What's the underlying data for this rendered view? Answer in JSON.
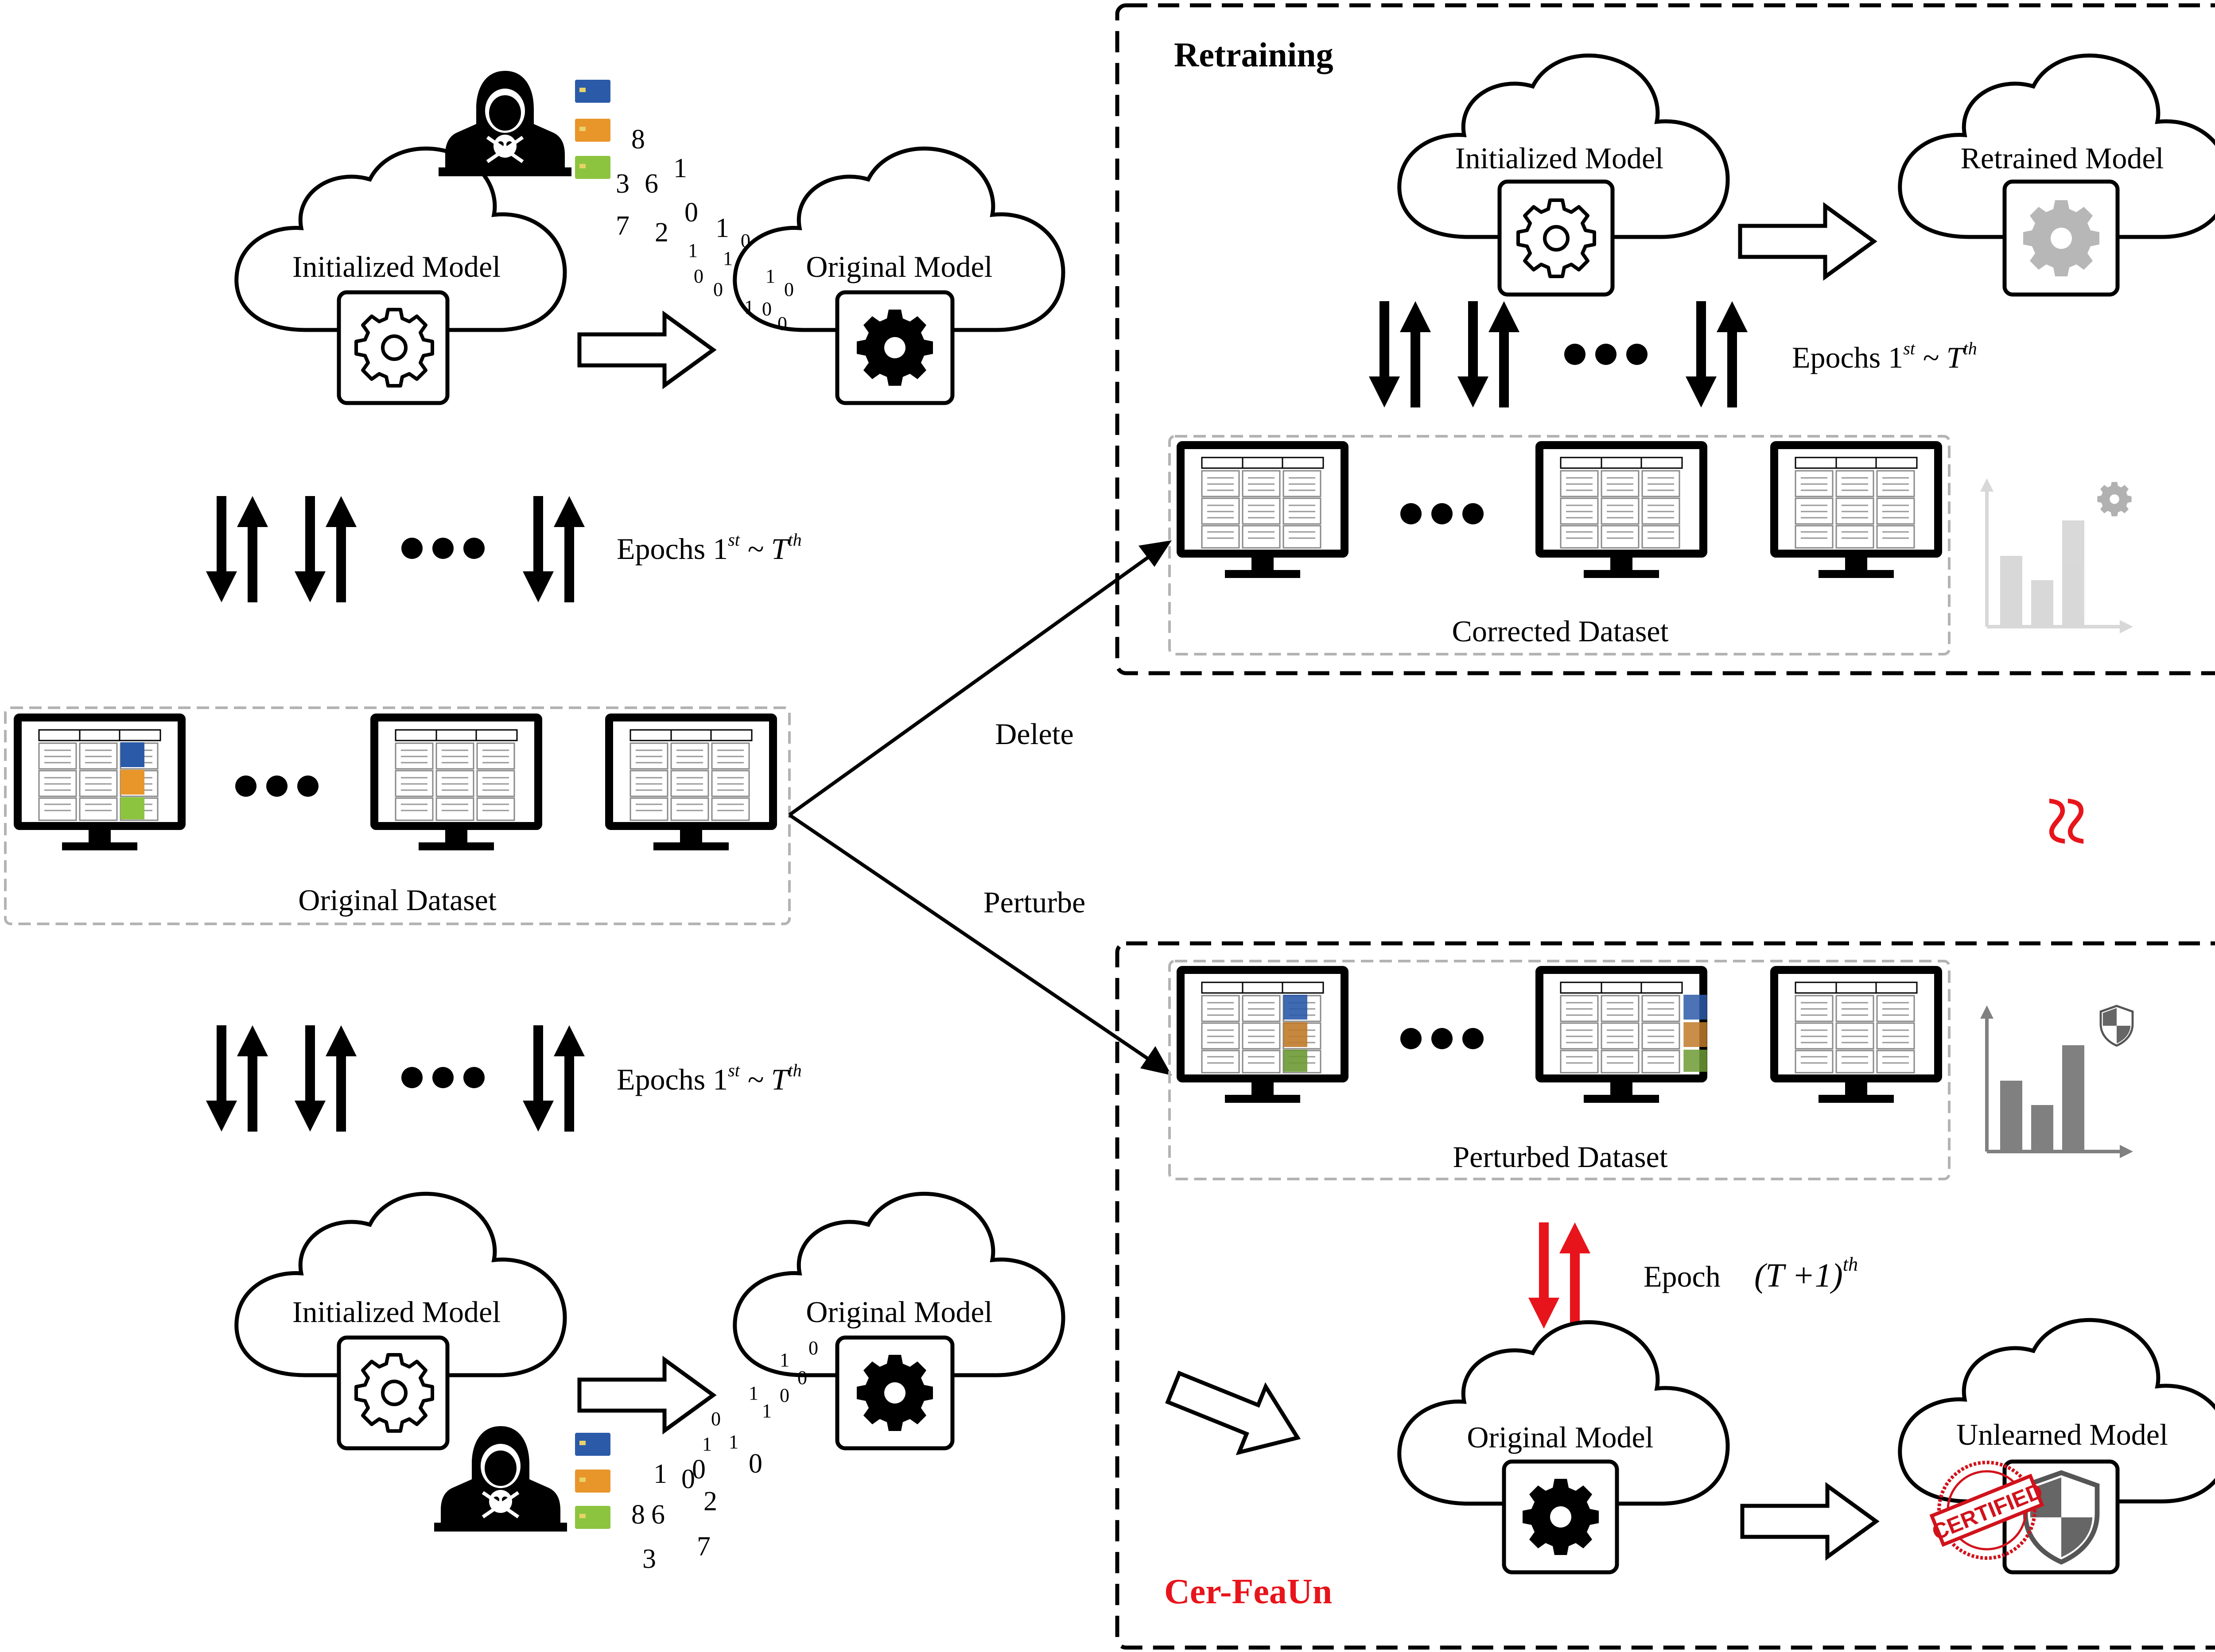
{
  "retraining": {
    "title": "Retraining",
    "initialized_model": "Initialized Model",
    "retrained_model": "Retrained Model",
    "epochs": "Epochs 1",
    "epochs_sup1": "st",
    "epochs_mid": " ~ T",
    "epochs_sup2": "th",
    "dataset_label": "Corrected Dataset"
  },
  "top_left": {
    "initialized_model": "Initialized Model",
    "original_model": "Original Model",
    "epochs": "Epochs 1",
    "epochs_sup1": "st",
    "epochs_mid": " ~ T",
    "epochs_sup2": "th",
    "digits": [
      "8",
      "1",
      "3",
      "6",
      "7",
      "2",
      "0",
      "1",
      "1",
      "1",
      "0",
      "0",
      "0",
      "1",
      "0",
      "1",
      "0",
      "0"
    ]
  },
  "original_dataset": {
    "label": "Original Dataset"
  },
  "edges": {
    "delete": "Delete",
    "perturbe": "Perturbe"
  },
  "approx_symbol": "≈",
  "bottom_left": {
    "initialized_model": "Initialized Model",
    "original_model": "Original Model",
    "epochs": "Epochs 1",
    "epochs_sup1": "st",
    "epochs_mid": " ~ T",
    "epochs_sup2": "th",
    "digits": [
      "0",
      "1",
      "0",
      "0",
      "1",
      "0",
      "1",
      "1",
      "1",
      "0",
      "1",
      "0",
      "2",
      "0",
      "8",
      "6",
      "7",
      "3"
    ]
  },
  "cer_feaun": {
    "title": "Cer-FeaUn",
    "dataset_label": "Perturbed Dataset",
    "epoch": "Epoch",
    "epoch_expr": "(T +1)",
    "epoch_sup": "th",
    "original_model": "Original Model",
    "unlearned_model": "Unlearned Model",
    "stamp_text": "CERTIFIED"
  },
  "colors": {
    "accent_red": "#e8141b",
    "dashed_border": "#000000",
    "dataset_border": "#b3b3b3",
    "card_blue": "#2b5aa8",
    "card_orange": "#e8952a",
    "card_green": "#8cc43f",
    "faded_gray": "#d9d9d9",
    "chart_gray": "#808080"
  },
  "icons": [
    "cloud-icon",
    "gear-icon",
    "monitor-icon",
    "hacker-icon",
    "credit-card-icon",
    "shield-icon",
    "bar-chart-icon",
    "certified-stamp-icon",
    "arrow-icon",
    "updown-arrows-icon"
  ]
}
